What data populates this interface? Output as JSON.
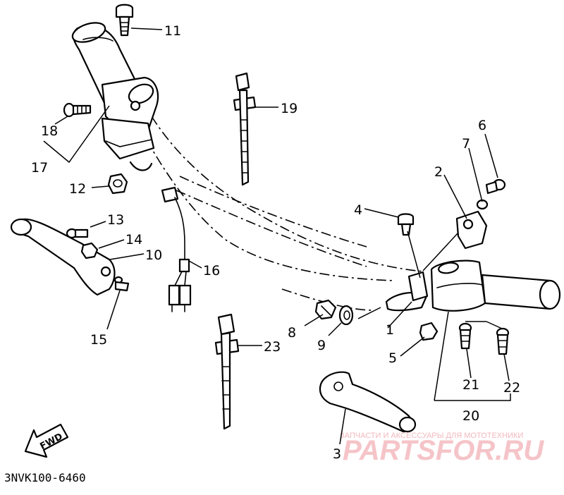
{
  "diagram": {
    "title_code": "3NVK100-6460",
    "fwd_label": "FWD",
    "part_labels": [
      "1",
      "2",
      "3",
      "4",
      "5",
      "6",
      "7",
      "8",
      "9",
      "10",
      "11",
      "12",
      "13",
      "14",
      "15",
      "16",
      "17",
      "18",
      "19",
      "20",
      "21",
      "22",
      "23"
    ]
  },
  "watermark": {
    "tagline": "ЗАПЧАСТИ И АКСЕССУАРЫ ДЛЯ МОТОТЕХНИКИ",
    "brand": "PARTSFOR.RU",
    "color": "#f2b8bd"
  }
}
